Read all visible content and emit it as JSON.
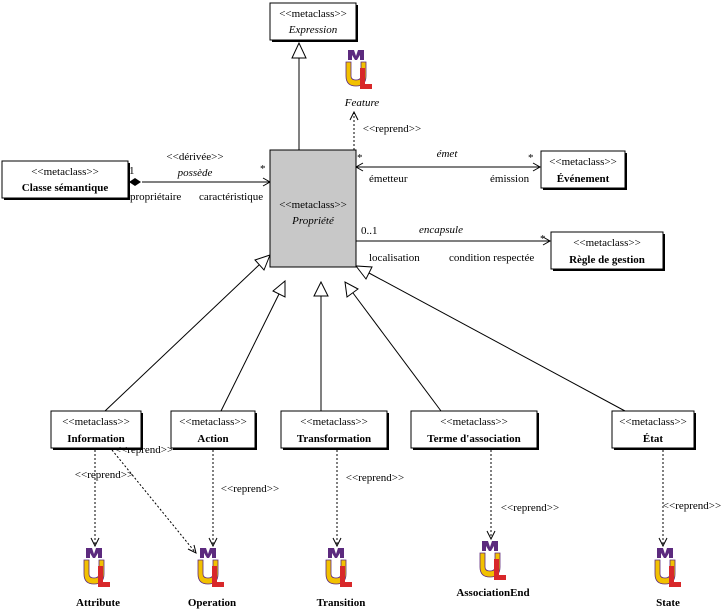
{
  "stereotype": "<<metaclass>>",
  "reprend": "<<reprend>>",
  "classes": {
    "expression": "Expression",
    "propriete": "Propriété",
    "classe_semantique": "Classe sémantique",
    "evenement": "Événement",
    "regle_gestion": "Règle de gestion",
    "information": "Information",
    "action": "Action",
    "transformation": "Transformation",
    "terme_association": "Terme d'association",
    "etat": "État"
  },
  "uml_elements": {
    "feature": "Feature",
    "attribute": "Attribute",
    "operation": "Operation",
    "transition": "Transition",
    "association_end": "AssociationEnd",
    "state": "State"
  },
  "assoc_possede": {
    "stereotype": "<<dérivée>>",
    "name": "possède",
    "mult_source": "1",
    "mult_target": "*",
    "role_source": "propriétaire",
    "role_target": "caractéristique"
  },
  "assoc_emet": {
    "name": "émet",
    "mult_source": "*",
    "mult_target": "*",
    "role_source": "émetteur",
    "role_target": "émission"
  },
  "assoc_encapsule": {
    "name": "encapsule",
    "mult_source": "0..1",
    "mult_target": "*",
    "role_source": "localisation",
    "role_target": "condition respectée"
  },
  "colors": {
    "uml_logo_purple": "#5c2a7e",
    "uml_logo_yellow": "#f2c100",
    "uml_logo_red": "#d8282a",
    "propriete_fill": "#c8c8c8"
  }
}
